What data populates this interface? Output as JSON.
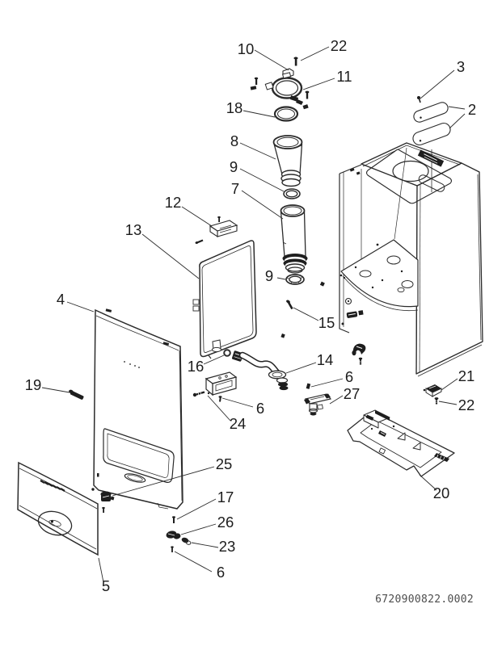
{
  "document": {
    "drawing_number": "6720900822.0002"
  },
  "colors": {
    "ink": "#2b2b2b",
    "background": "#ffffff",
    "dark_part_fill": "#1e1e1e"
  },
  "callouts": [
    {
      "label": "10"
    },
    {
      "label": "22"
    },
    {
      "label": "11"
    },
    {
      "label": "18"
    },
    {
      "label": "8"
    },
    {
      "label": "9"
    },
    {
      "label": "7"
    },
    {
      "label": "3"
    },
    {
      "label": "2"
    },
    {
      "label": "12"
    },
    {
      "label": "13"
    },
    {
      "label": "4"
    },
    {
      "label": "19"
    },
    {
      "label": "9"
    },
    {
      "label": "15"
    },
    {
      "label": "16"
    },
    {
      "label": "14"
    },
    {
      "label": "6"
    },
    {
      "label": "27"
    },
    {
      "label": "6"
    },
    {
      "label": "24"
    },
    {
      "label": "21"
    },
    {
      "label": "22"
    },
    {
      "label": "20"
    },
    {
      "label": "25"
    },
    {
      "label": "17"
    },
    {
      "label": "26"
    },
    {
      "label": "23"
    },
    {
      "label": "6"
    },
    {
      "label": "5"
    }
  ]
}
